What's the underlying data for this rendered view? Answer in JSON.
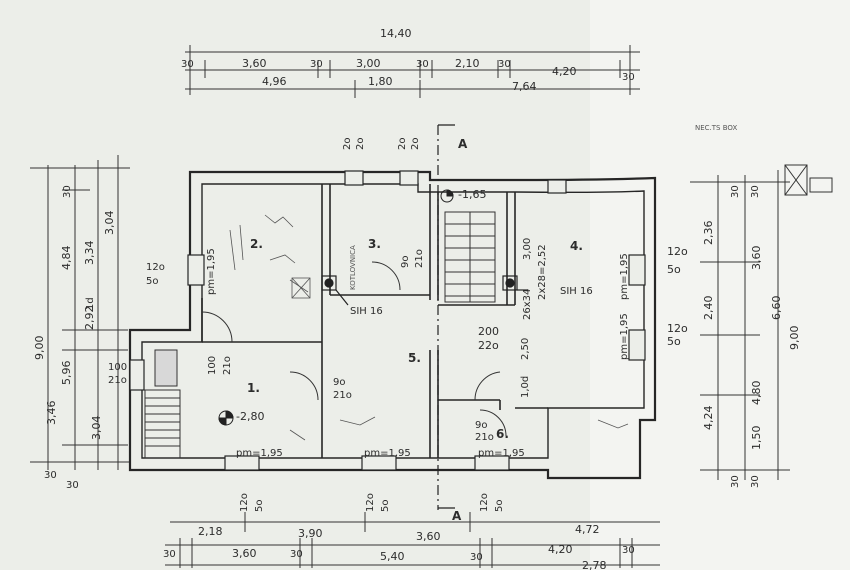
{
  "top_dims": {
    "total": "14,40",
    "row1": [
      "30",
      "3,60",
      "30",
      "3,00",
      "30",
      "2,10",
      "30",
      "4,20",
      "30"
    ],
    "row2": [
      "4,96",
      "1,80",
      "7,64"
    ]
  },
  "bottom_dims": {
    "row1": [
      "2,18",
      "3,90",
      "3,60",
      "4,72"
    ],
    "row2": [
      "30",
      "3,60",
      "30",
      "5,40",
      "30",
      "4,20",
      "30"
    ],
    "row3": "2,78"
  },
  "left_dims": {
    "outer": "9,00",
    "mid": [
      "4,84",
      "5,96",
      "3,46"
    ],
    "inner": [
      "3,34",
      "2,92",
      "3,04"
    ],
    "wall": [
      "30",
      "1d",
      "30",
      "30"
    ],
    "extra": "3,04"
  },
  "right_dims": {
    "outer": "9,00",
    "mid": [
      "3,60",
      "6,60",
      "4,80",
      "1,50"
    ],
    "inner": [
      "2,36",
      "2,40",
      "4,24"
    ],
    "wall": [
      "30",
      "30",
      "30",
      "30"
    ]
  },
  "section": {
    "mark_top": "A",
    "mark_bottom": "A"
  },
  "rooms": [
    "1.",
    "2.",
    "3.",
    "4.",
    "5.",
    "6."
  ],
  "levels": {
    "room1": "-2,80",
    "stair_top": "-1,65"
  },
  "sills": [
    "pm=1,95",
    "pm=1,95",
    "pm=1,95",
    "pm=1,95",
    "pm=1,95",
    "pm=1,95"
  ],
  "openings": {
    "o_left_top": [
      "12o",
      "5o"
    ],
    "o_left_bot": [
      "100",
      "21o"
    ],
    "o_room2": [
      "5o"
    ],
    "o_door1": [
      "9o",
      "21o"
    ],
    "o_door3": [
      "9o",
      "21o"
    ],
    "o_door5": [
      "200",
      "22o"
    ],
    "o_door6": [
      "9o",
      "21o"
    ],
    "o_right_top": [
      "12o",
      "5o"
    ],
    "o_right_mid": [
      "12o",
      "5o"
    ],
    "o_top_a": [
      "2o",
      "2o"
    ],
    "o_top_b": [
      "2o",
      "2o"
    ],
    "o_bot_a": [
      "12o",
      "5o"
    ],
    "o_bot_b": [
      "12o",
      "5o"
    ],
    "o_bot_c": [
      "12o",
      "5o"
    ],
    "room2_door": [
      "100",
      "21o"
    ]
  },
  "stair": {
    "label": "3,00",
    "run": "2x28=2,52",
    "mid": "26x34",
    "lower": "2,50",
    "lower2": "1,0d"
  },
  "chimney": [
    "SIH 16",
    "SIH 16"
  ],
  "annotations": {
    "top_right": "NEC.TS\nBOX",
    "room3_note": "KOTLOVNICA"
  }
}
